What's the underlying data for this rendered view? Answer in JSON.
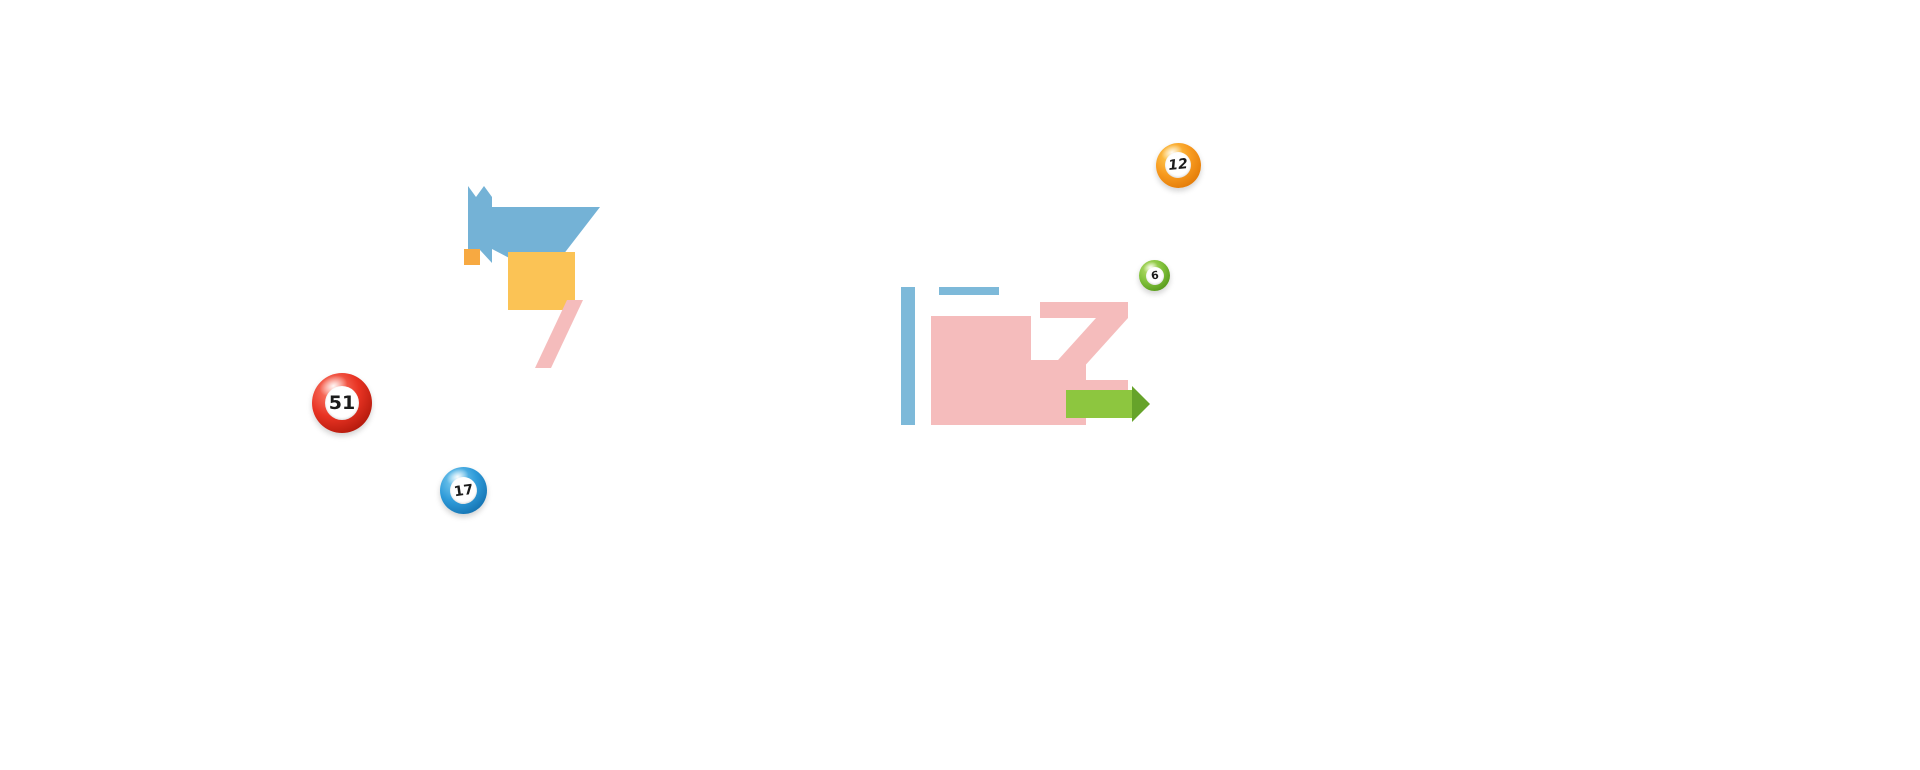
{
  "page": {
    "background": "#ffffff"
  },
  "colors": {
    "blue": "#74b2d6",
    "light_blue": "#7db9d9",
    "yellow": "#fbc355",
    "orange": "#f7a941",
    "pink": "#f5bcbc",
    "green": "#8dc63f",
    "green_dark": "#66a32a",
    "ball_red": "#e83323",
    "ball_blue": "#2f9bd9",
    "ball_orange": "#f79a1f",
    "ball_green": "#7fc03a"
  },
  "balls": [
    {
      "number": "51",
      "color": "red"
    },
    {
      "number": "17",
      "color": "blue"
    },
    {
      "number": "12",
      "color": "orange"
    },
    {
      "number": "6",
      "color": "green"
    }
  ]
}
